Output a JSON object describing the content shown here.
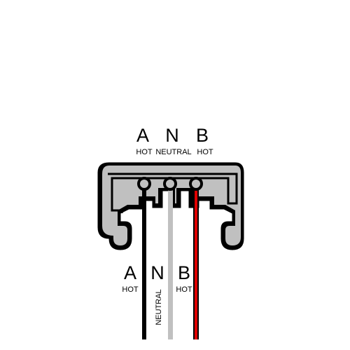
{
  "colors": {
    "background": "#ffffff",
    "housing_fill": "#c0c0c0",
    "outline": "#000000",
    "hot_a_wire": "#000000",
    "neutral_wire": "#c0c0c0",
    "hot_b_wire": "#e00000",
    "wire_outline": "#000000"
  },
  "top_labels": {
    "a": {
      "letter": "A",
      "label": "HOT"
    },
    "n": {
      "letter": "N",
      "label": "NEUTRAL"
    },
    "b": {
      "letter": "B",
      "label": "HOT"
    }
  },
  "bottom_labels": {
    "a": {
      "letter": "A",
      "label": "HOT"
    },
    "n": {
      "letter": "N",
      "label": "NEUTRAL"
    },
    "b": {
      "letter": "B",
      "label": "HOT"
    }
  }
}
